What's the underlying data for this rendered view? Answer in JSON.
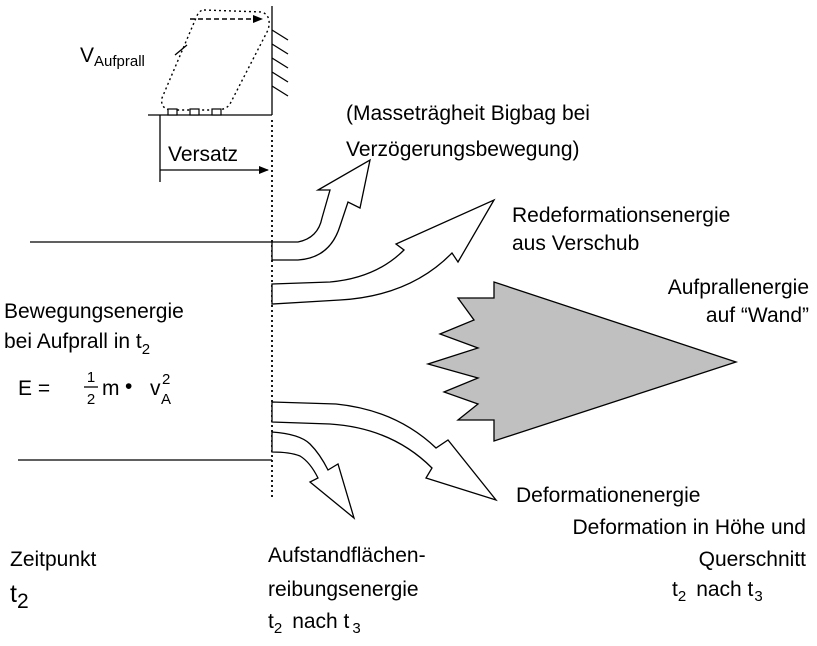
{
  "labels": {
    "v_aufprall_main": "V",
    "v_aufprall_sub": "Aufprall",
    "versatz": "Versatz",
    "massetraegheit_line1": "(Masseträgheit Bigbag bei",
    "massetraegheit_line2": "Verzögerungsbewegung)",
    "redeformation_line1": "Redeformationsenergie",
    "redeformation_line2": "aus Verschub",
    "aufprall_line1": "Aufprallenergie",
    "aufprall_line2": "auf “Wand”",
    "bewegung_line1": "Bewegungsenergie",
    "bewegung_line2_main": "bei Aufprall in t",
    "bewegung_line2_sub": "2",
    "formula_lhs": "E =",
    "formula_num": "1",
    "formula_den": "2",
    "formula_m": "m",
    "formula_dot": "•",
    "formula_v": "v",
    "formula_v_sub": "A",
    "formula_v_sup": "2",
    "deformation_line1": "Deformationenergie",
    "deformation_line2": "Deformation in Höhe und",
    "deformation_line3": "Querschnitt",
    "deformation_t_from": "t",
    "deformation_t_from_sub": "2",
    "deformation_nach": "nach t",
    "deformation_t_to_sub": "3",
    "zeitpunkt_line1": "Zeitpunkt",
    "zeitpunkt_t": "t",
    "zeitpunkt_t_sub": "2",
    "aufstand_line1": "Aufstandflächen-",
    "aufstand_line2": "reibungsenergie",
    "aufstand_t_from": "t",
    "aufstand_t_from_sub": "2",
    "aufstand_nach": "nach t",
    "aufstand_t_to_sub": "3"
  },
  "colors": {
    "big_arrow_fill": "#c0c0c0",
    "line": "#000000",
    "background": "#ffffff"
  }
}
